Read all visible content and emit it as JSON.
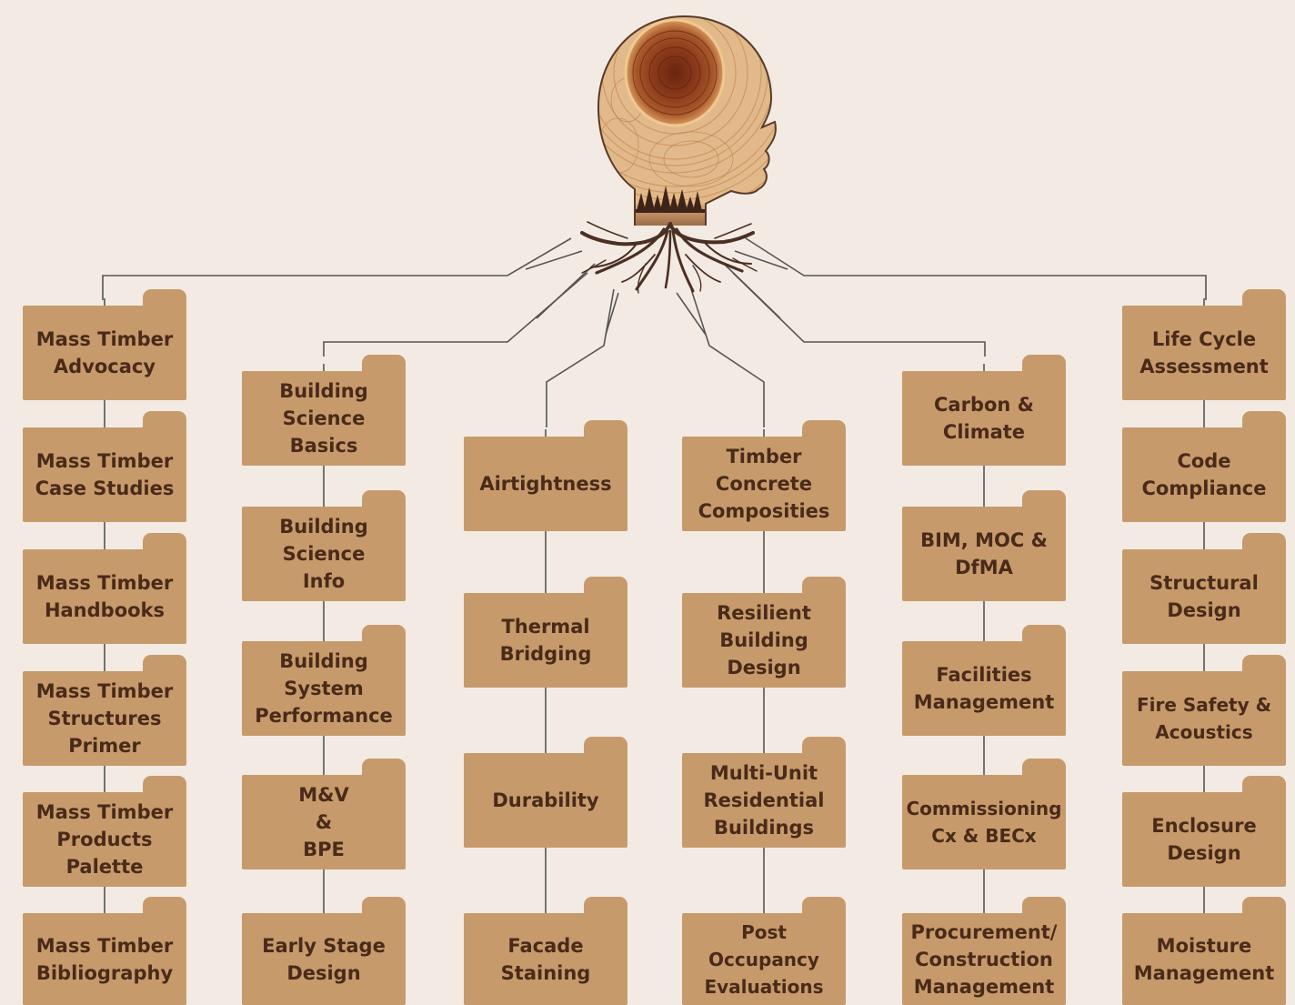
{
  "colors": {
    "background": "#f3ebe3",
    "folder": "#c79a6c",
    "text": "#4a2a18",
    "line": "#555555",
    "wood_light": "#e2b98a",
    "wood_core": "#7a3a18",
    "roots": "#4a2f22"
  },
  "icons": {
    "central": "head-tree-rings-icon",
    "roots": "tree-roots-icon",
    "folders": "folder-icon"
  },
  "columns": [
    {
      "id": "col1",
      "topics": [
        "Mass Timber\nAdvocacy",
        "Mass Timber\nCase Studies",
        "Mass Timber\nHandbooks",
        "Mass Timber\nStructures\nPrimer",
        "Mass Timber\nProducts\nPalette",
        "Mass Timber\nBibliography"
      ]
    },
    {
      "id": "col2",
      "topics": [
        "Building\nScience\nBasics",
        "Building\nScience\nInfo",
        "Building\nSystem\nPerformance",
        "M&V\n&\nBPE",
        "Early Stage\nDesign"
      ]
    },
    {
      "id": "col3",
      "topics": [
        "Airtightness",
        "Thermal\nBridging",
        "Durability",
        "Facade\nStaining"
      ]
    },
    {
      "id": "col4",
      "topics": [
        "Timber\nConcrete\nComposities",
        "Resilient\nBuilding\nDesign",
        "Multi-Unit\nResidential\nBuildings",
        "Post Occupancy\nEvaluations"
      ]
    },
    {
      "id": "col5",
      "topics": [
        "Carbon &\nClimate",
        "BIM, MOC &\nDfMA",
        "Facilities\nManagement",
        "Commissioning\nCx & BECx",
        "Procurement/\nConstruction\nManagement"
      ]
    },
    {
      "id": "col6",
      "topics": [
        "Life Cycle\nAssessment",
        "Code\nCompliance",
        "Structural\nDesign",
        "Fire Safety &\nAcoustics",
        "Enclosure\nDesign",
        "Moisture\nManagement"
      ]
    }
  ]
}
